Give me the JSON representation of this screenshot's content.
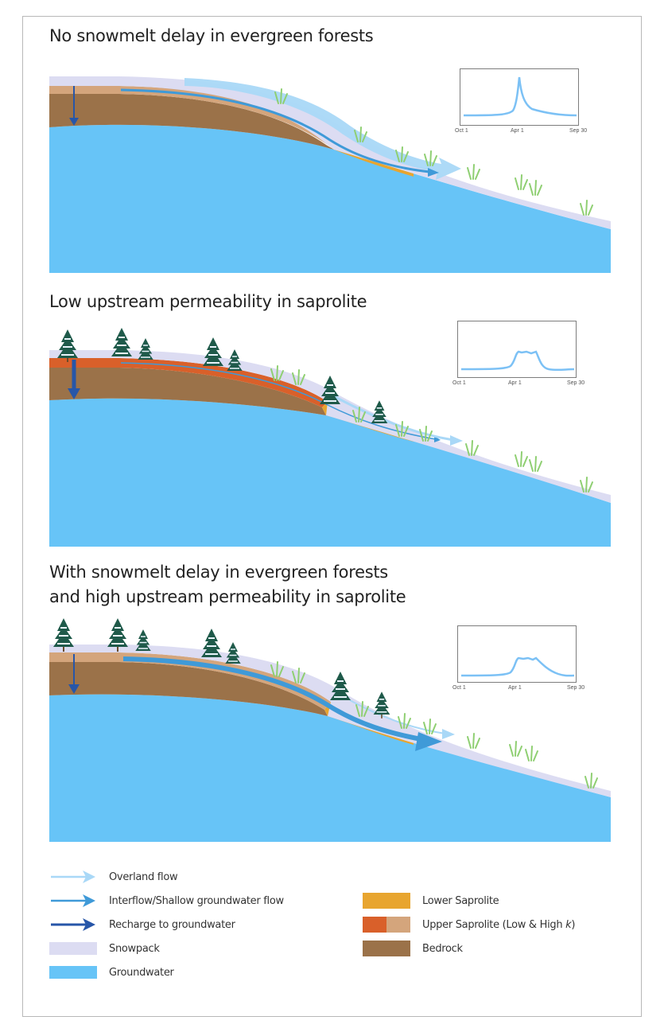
{
  "figure": {
    "panels": [
      {
        "id": "panel-1",
        "title_lines": [
          "No snowmelt delay in evergreen forests"
        ],
        "has_trees": false,
        "upper_saprolite": "high-k",
        "flows": [
          "overland-flow",
          "interflow-shallow-groundwater-flow",
          "recharge-to-groundwater"
        ],
        "hydrograph": {
          "shape": "sharp single peak at Apr 1",
          "x_ticks": [
            "Oct 1",
            "Apr 1",
            "Sep 30"
          ]
        }
      },
      {
        "id": "panel-2",
        "title_lines": [
          "Low upstream permeability in saprolite"
        ],
        "has_trees": true,
        "upper_saprolite": "low-k",
        "flows": [
          "overland-flow",
          "interflow-shallow-groundwater-flow",
          "recharge-to-groundwater"
        ],
        "hydrograph": {
          "shape": "flat-topped plateau around Apr 1, sharp recession",
          "x_ticks": [
            "Oct 1",
            "Apr 1",
            "Sep 30"
          ]
        }
      },
      {
        "id": "panel-3",
        "title_lines": [
          "With snowmelt delay in evergreen forests",
          "and high upstream permeability in saprolite"
        ],
        "has_trees": true,
        "upper_saprolite": "high-k",
        "flows": [
          "overland-flow",
          "interflow-shallow-groundwater-flow",
          "recharge-to-groundwater"
        ],
        "hydrograph": {
          "shape": "plateau after Apr 1 with gradual recession toward Sep 30",
          "x_ticks": [
            "Oct 1",
            "Apr 1",
            "Sep 30"
          ]
        }
      }
    ]
  },
  "legend": {
    "left": [
      {
        "key": "overland_flow",
        "label": "Overland flow",
        "type": "arrow",
        "color": "#a9d8f7"
      },
      {
        "key": "interflow",
        "label": "Interflow/Shallow groundwater flow",
        "type": "arrow",
        "color": "#3f9ad8"
      },
      {
        "key": "recharge",
        "label": "Recharge to groundwater",
        "type": "arrow",
        "color": "#2756a8"
      },
      {
        "key": "snowpack",
        "label": "Snowpack",
        "type": "swatch",
        "color": "#dcdcf2"
      },
      {
        "key": "groundwater",
        "label": "Groundwater",
        "type": "swatch",
        "color": "#67c4f7"
      }
    ],
    "right": [
      {
        "key": "lower_saprolite",
        "label": "Lower Saprolite",
        "type": "swatch",
        "color": "#e8a52f"
      },
      {
        "key": "upper_saprolite",
        "label": "Upper Saprolite (Low & High ",
        "label_italic": "k",
        "label_end": ")",
        "type": "split-swatch",
        "colors": [
          "#d9602a",
          "#d4a57c"
        ]
      },
      {
        "key": "bedrock",
        "label": "Bedrock",
        "type": "swatch",
        "color": "#9b7249"
      }
    ]
  },
  "colors": {
    "groundwater": "#67c4f7",
    "snowpack": "#dcdcf2",
    "bedrock": "#9b7249",
    "upper_saprolite_high_k": "#d4a57c",
    "upper_saprolite_low_k": "#d9602a",
    "lower_saprolite": "#e8a52f",
    "overland_flow": "#a9d8f7",
    "interflow": "#3f9ad8",
    "recharge": "#2756a8",
    "tree": "#1f5a4a",
    "grass": "#8fcf72",
    "hydrograph_line": "#7cc1f5",
    "frame": "#b8b8b8"
  }
}
